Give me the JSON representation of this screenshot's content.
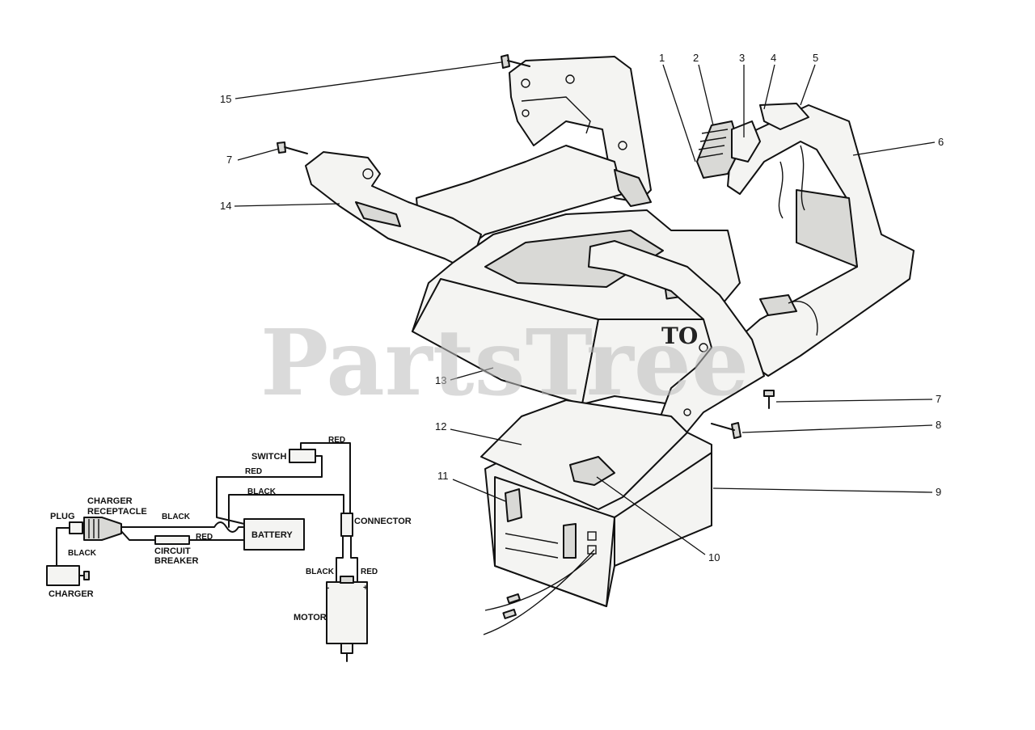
{
  "watermark": "PartsTree",
  "callouts": [
    "1",
    "2",
    "3",
    "4",
    "5",
    "6",
    "7",
    "7",
    "8",
    "9",
    "10",
    "11",
    "12",
    "13",
    "14",
    "15"
  ],
  "housing_brand": "TO",
  "schematic": {
    "plug": "PLUG",
    "charger_receptacle_line1": "CHARGER",
    "charger_receptacle_line2": "RECEPTACLE",
    "charger": "CHARGER",
    "circuit_breaker_line1": "CIRCUIT",
    "circuit_breaker_line2": "BREAKER",
    "battery": "BATTERY",
    "switch": "SWITCH",
    "connector": "CONNECTOR",
    "motor": "MOTOR",
    "wire_black": "BLACK",
    "wire_red": "RED",
    "minus": "-",
    "plus": "+"
  }
}
